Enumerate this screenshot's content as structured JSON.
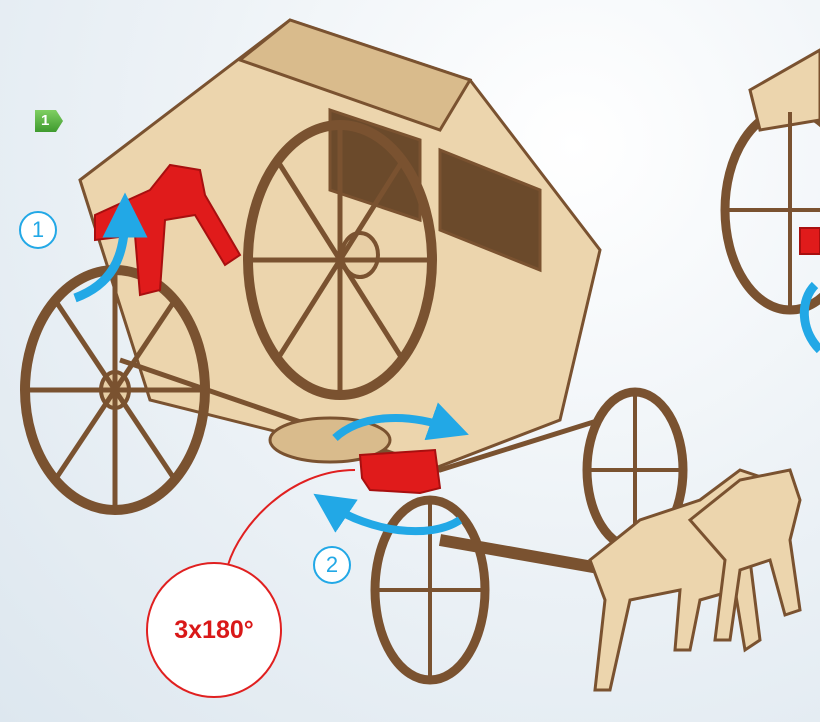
{
  "step": {
    "number": "1"
  },
  "callouts": [
    {
      "label": "1"
    },
    {
      "label": "2"
    }
  ],
  "rotation": {
    "text": "3x180°"
  },
  "colors": {
    "wood_light": "#e8cfa6",
    "wood_dark": "#7a5230",
    "arrow_blue": "#22a8e6",
    "accent_red": "#e01b1b",
    "step_green": "#4caf3a"
  }
}
